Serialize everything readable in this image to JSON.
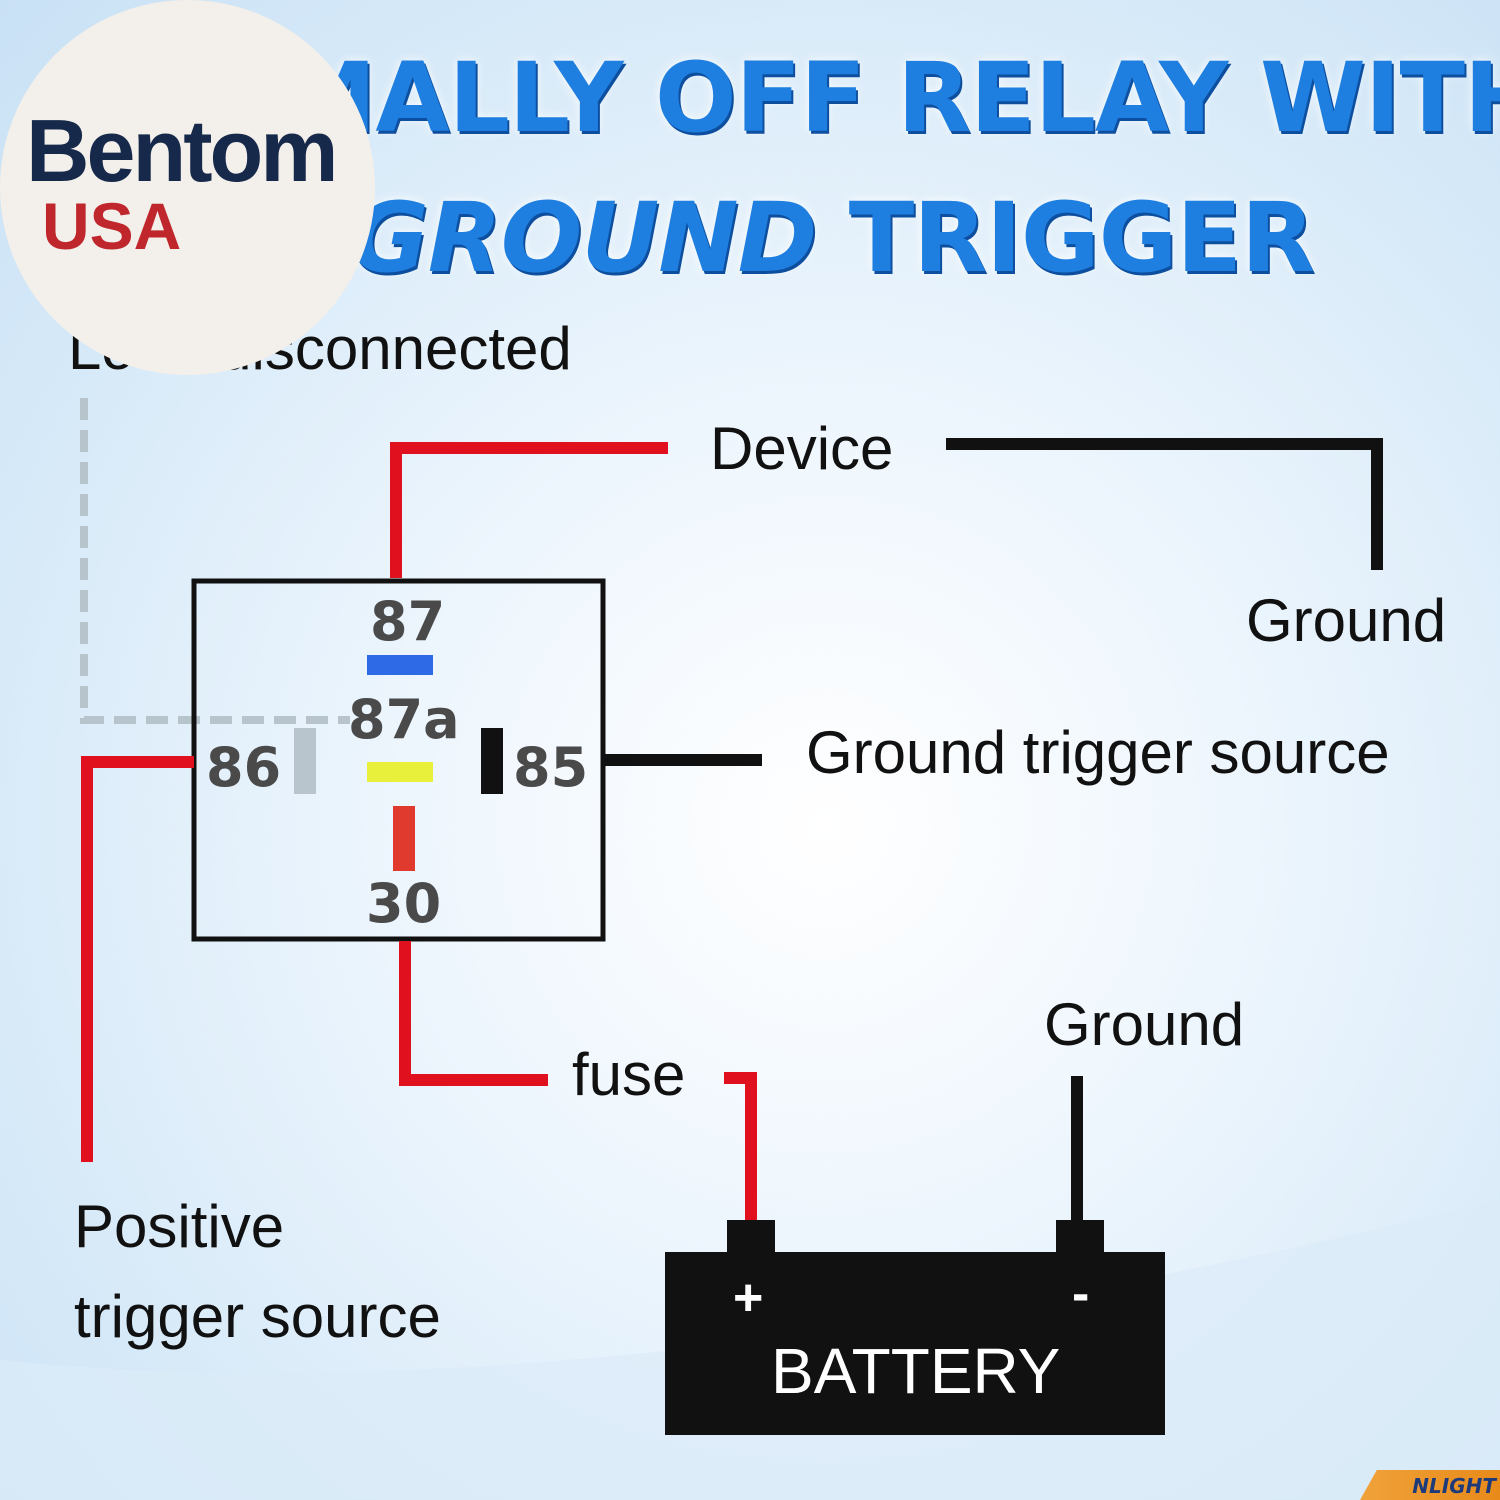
{
  "title": {
    "line1": "NORMALLY OFF RELAY WITH",
    "line2_italic": "GROUND",
    "line2_rest": " TRIGGER"
  },
  "labels": {
    "load_disconnected": "Load disconnected",
    "device": "Device",
    "ground_top": "Ground",
    "ground_trigger": "Ground trigger source",
    "fuse": "fuse",
    "ground_battery": "Ground",
    "positive_trigger_line1": "Positive",
    "positive_trigger_line2": "trigger source"
  },
  "relay": {
    "pin_87": "87",
    "pin_87a": "87a",
    "pin_86": "86",
    "pin_85": "85",
    "pin_30": "30"
  },
  "battery": {
    "label": "BATTERY",
    "plus": "+",
    "minus": "-"
  },
  "logo": {
    "brand": "Bentom",
    "country": "USA"
  },
  "corner_mark": "NLIGHT",
  "colors": {
    "title_blue": "#1f7fe0",
    "wire_red": "#e0101f",
    "wire_black": "#111111",
    "wire_dashed_gray": "#b8c4cc",
    "pin87_blue": "#2e6ae6",
    "pin87a_yellow": "#e8f03c",
    "pin30_red": "#e03a2e",
    "pin86_gray": "#b9c5cc",
    "pin85_black": "#111111"
  }
}
